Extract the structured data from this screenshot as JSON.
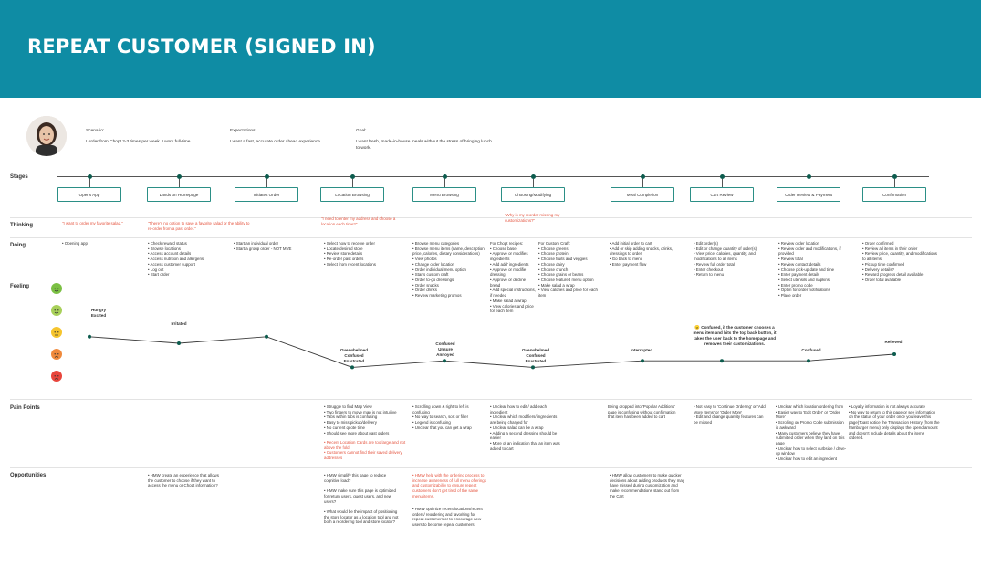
{
  "title": "REPEAT CUSTOMER (SIGNED IN)",
  "scenario": {
    "title": "Scenario:",
    "text": "I order from Chopt 2-3 times per week. I work full-time."
  },
  "expectations": {
    "title": "Expectations:",
    "text": "I want a fast, accurate order ahead experience."
  },
  "goal": {
    "title": "Goal:",
    "text": "I want fresh, made-in-house meals without the stress of bringing lunch to work."
  },
  "row_labels": {
    "stages": "Stages",
    "thinking": "Thinking",
    "doing": "Doing",
    "feeling": "Feeling",
    "pain_points": "Pain Points",
    "opportunities": "Opportunities"
  },
  "stages": [
    "Opens App",
    "Lands on Homepage",
    "Initiates Order",
    "Location Browsing",
    "Menu Browsing",
    "Choosing/Modifying",
    "Meal Completion",
    "Cart Review",
    "Order Review & Payment",
    "Confirmation"
  ],
  "thinking": [
    "\"I want to order my favorite salad.\"",
    "\"There's no option to save a favorite salad or the ability to re-order from a past order.\"",
    "\"I need to enter my address and choose a location each time?\"",
    "\"Why is my reorder missing my customizations?\""
  ],
  "doing": [
    "• Opening app",
    "• Check reward status\n• Browse locations\n• Access account details\n• Access nutrition and allergens\n• Access customer support\n• Log out\n• Start order",
    "• Start an individual order\n• Start a group order - NOT MVE",
    "• Select how to receive order\n• Locate desired store\n• Review store details\n• Re-order past orders\n• Select from recent locations",
    "• Browse menu categories\n• Browse menu items (name, description, price, calories, dietary considerations)\n• View photos\n• Change order location\n• Order individual menu option\n• Starts custom craft\n• Order to-go dressings\n• Order snacks\n• Order drinks\n• Review marketing promos",
    "For Chopt recipes:\n• Choose base\n• Approve or modifies ingredients\n• Add add' ingredients\n• Approve or modifie dressing\n• Approve or decline bread\n• Add special instructions, if needed\n• Make salad a wrap\n• View calories and price for each item",
    "For Custom Craft:\n• Choose greens\n• Choose protein\n• Choose fruits and veggies\n• Choose dairy\n• Choose crunch\n• Choose grains or beans\n• Choose featured menu option\n• Make salad a wrap\n• View calories and price for each item",
    "• Add initial order to cart\n• Add or skip adding snacks, drinks, dressings to order\n• Go back to menu\n• Enter payment flow",
    "• Edit order(s)\n• Edit or change quantity of order(s)\n• View price, calories, quantity, and modifications to all items\n• Review full order total\n• Enter checkout\n• Return to menu",
    "• Review order location\n• Review order and modifications, if provided\n• Review total\n• Review contact details\n• Choose pick-up date and time\n• Enter payment details\n• Select utensils and napkins\n• Enter promo code\n• Opt in for order notifications\n• Place order",
    "• Order confirmed\n• Review all items in their order\n• Review price, quantity, and modifications to all items\n• Pickup time confirmed\n• Delivery details?\n• Reward progress detail available\n• Order total available"
  ],
  "feeling_labels": [
    "Hungry\nExcited",
    "Irritated",
    "Overwhelmed\nConfused\nFrustrated",
    "Confused\nUnsure\nAnnoyed",
    "Overwhelmed\nConfused\nFrustrated",
    "Interrupted",
    "😠 Confused, if the customer chooses a menu item and hits the top back button, it takes the user back to the homepage and removes their customizations.",
    "Confused",
    "Relieved"
  ],
  "feeling_scale": {
    "y_levels": [
      1,
      2,
      3,
      4,
      5
    ],
    "stage_points": [
      {
        "stage": "Opens App",
        "level": 2.8
      },
      {
        "stage": "Lands on Homepage",
        "level": 2.5
      },
      {
        "stage": "Initiates Order",
        "level": 2.8
      },
      {
        "stage": "Location Browsing",
        "level": 1.4
      },
      {
        "stage": "Menu Browsing",
        "level": 1.7
      },
      {
        "stage": "Choosing/Modifying",
        "level": 1.4
      },
      {
        "stage": "Meal Completion",
        "level": 1.7
      },
      {
        "stage": "Cart Review",
        "level": 1.7
      },
      {
        "stage": "Order Review & Payment",
        "level": 1.7
      },
      {
        "stage": "Confirmation",
        "level": 2.0
      }
    ]
  },
  "feeling_faces": {
    "colors": [
      "#7bc043",
      "#a8d05a",
      "#f6c52d",
      "#f08a3c",
      "#e8453c"
    ]
  },
  "pain_points": [
    "• Struggle to find Map View\n• Two fingers to move map is not intuitive\n• Tabs within tabs is confusing\n• Easy to miss pickup/delivery\n• No current quote time\n• Should see more about past orders",
    "• Recent Location Cards are too large and not above the fold\n• Customers cannot find their saved delivery addresses",
    "• Scrolling down & right to left is confusing\n• No way to search, sort or filter\n• Legend is confusing\n• Unclear that you can get a wrap",
    "• Unclear how to edit / add each ingredient\n• Unclear which modifiers/ ingredients are being charged for\n• Unclear salad can be a wrap\n• Adding a second dressing should be easier\n• More of an indication that an item was added to cart",
    "Being dropped into 'Popular Additions' page is confusing without confirmation that item has been added to cart",
    "• Not easy to 'Continue Ordering' or 'Add More Items' or 'Order More'\n• Edit and change quantity features can be missed",
    "• Unclear which location ordering from\n• Easier way to 'Edit Order' or 'Order More'\n• Scrolling on Promo Code submission is awkward\n• Many customers believe they have submitted order when they land on this page\n• Unclear how to select curbside / drive-up window\n• Unclear how to edit an ingredient",
    "• Loyalty information is not always accurate\n• No way to return to this page or see information on the status of your order once you leave this page(Toast notice the Transaction History (from the hamburger menu) only displays the spend amount and doesn't include details about the items ordered."
  ],
  "opportunities": [
    "• HMW create an experience that allows the customer to choose if they want to access the menu or Chopt information?",
    "• HMW simplify this page to reduce cognitive load?\n\n• HMW make sure this page is optimized for return users, guest users, and new users?\n\n• What would be the impact of positioning the store locator as a location tool and not both a reordering tool and store locator?",
    "• HMW help with the ordering process to increase awareness of full menu offerings and customizability to ensure repeat customers don't get tired of the same menu items.",
    "• HMW  optimize recent locations/recent orders/ reordering and favoriting for repeat customers or to encourage new users to become repeat customers",
    "• HMW allow customers to make quicker decisions about adding products they may have missed during customization and make recommendations stand out from the Cart"
  ]
}
